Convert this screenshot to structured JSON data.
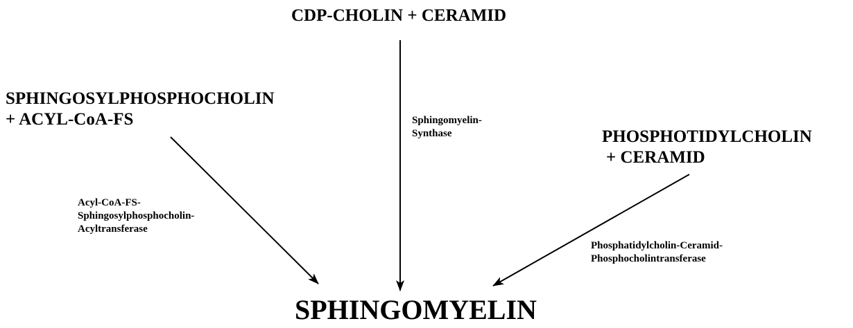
{
  "nodes": {
    "top": "CDP-CHOLIN + CERAMID",
    "left_line1": "SPHINGOSYLPHOSPHOCHOLIN",
    "left_line2": "+ ACYL-CoA-FS",
    "right_line1": "PHOSPHOTIDYLCHOLIN",
    "right_line2": "+ CERAMID",
    "product": "SPHINGOMYELIN"
  },
  "enzymes": {
    "center_line1": "Sphingomyelin-",
    "center_line2": "Synthase",
    "left_line1": "Acyl-CoA-FS-",
    "left_line2": "Sphingosylphosphocholin-",
    "left_line3": "Acyltransferase",
    "right_line1": "Phosphatidylcholin-Ceramid-",
    "right_line2": "Phosphocholintransferase"
  },
  "colors": {
    "ink": "#000000",
    "background": "#ffffff"
  }
}
